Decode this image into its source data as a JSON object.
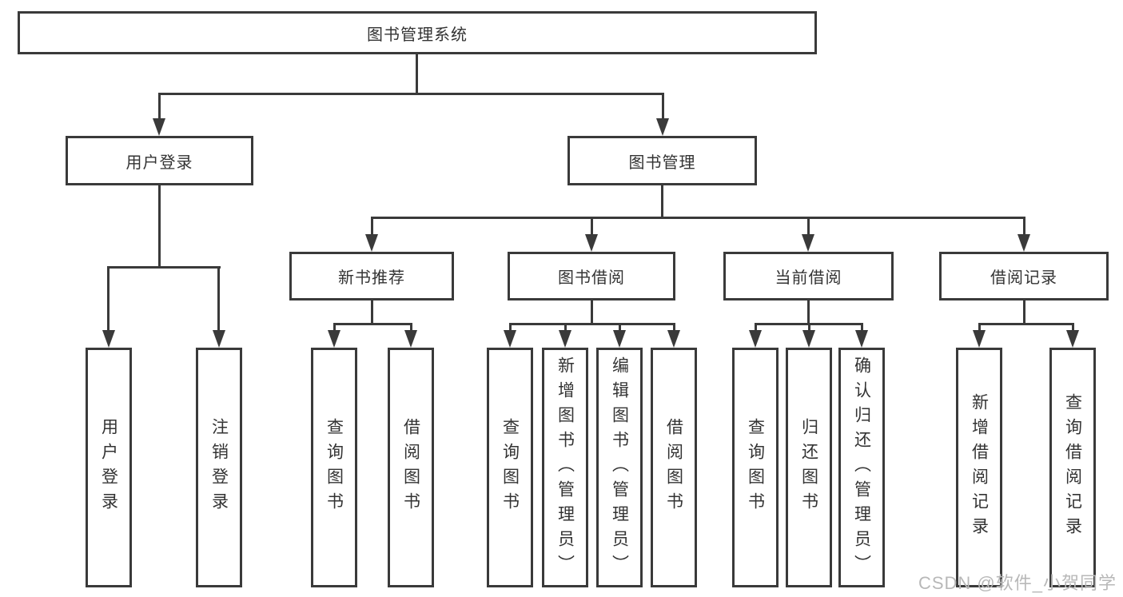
{
  "diagram": {
    "title": "图书管理系统",
    "root": "图书管理系统",
    "level2": [
      "用户登录",
      "图书管理"
    ],
    "level3": [
      "新书推荐",
      "图书借阅",
      "当前借阅",
      "借阅记录"
    ],
    "leaves": [
      "用户登录",
      "注销登录",
      "查询图书",
      "借阅图书",
      "查询图书",
      "新增图书（管理员）",
      "编辑图书（管理员）",
      "借阅图书",
      "查询图书",
      "归还图书",
      "确认归还（管理员）",
      "新增借阅记录",
      "查询借阅记录"
    ],
    "edges": [
      {
        "from": "图书管理系统",
        "to": [
          "用户登录",
          "图书管理"
        ]
      },
      {
        "from": "用户登录",
        "to": [
          "用户登录",
          "注销登录"
        ]
      },
      {
        "from": "图书管理",
        "to": [
          "新书推荐",
          "图书借阅",
          "当前借阅",
          "借阅记录"
        ]
      },
      {
        "from": "新书推荐",
        "to": [
          "查询图书",
          "借阅图书"
        ]
      },
      {
        "from": "图书借阅",
        "to": [
          "查询图书",
          "新增图书（管理员）",
          "编辑图书（管理员）",
          "借阅图书"
        ]
      },
      {
        "from": "当前借阅",
        "to": [
          "查询图书",
          "归还图书",
          "确认归还（管理员）"
        ]
      },
      {
        "from": "借阅记录",
        "to": [
          "新增借阅记录",
          "查询借阅记录"
        ]
      }
    ],
    "colors": {
      "line": "#3a3a3a",
      "box_border": "#3a3a3a",
      "box_fill": "#ffffff",
      "text": "#333333",
      "background": "#ffffff",
      "watermark": "#b8b8b8"
    }
  },
  "watermark": "CSDN @软件_小贺同学"
}
